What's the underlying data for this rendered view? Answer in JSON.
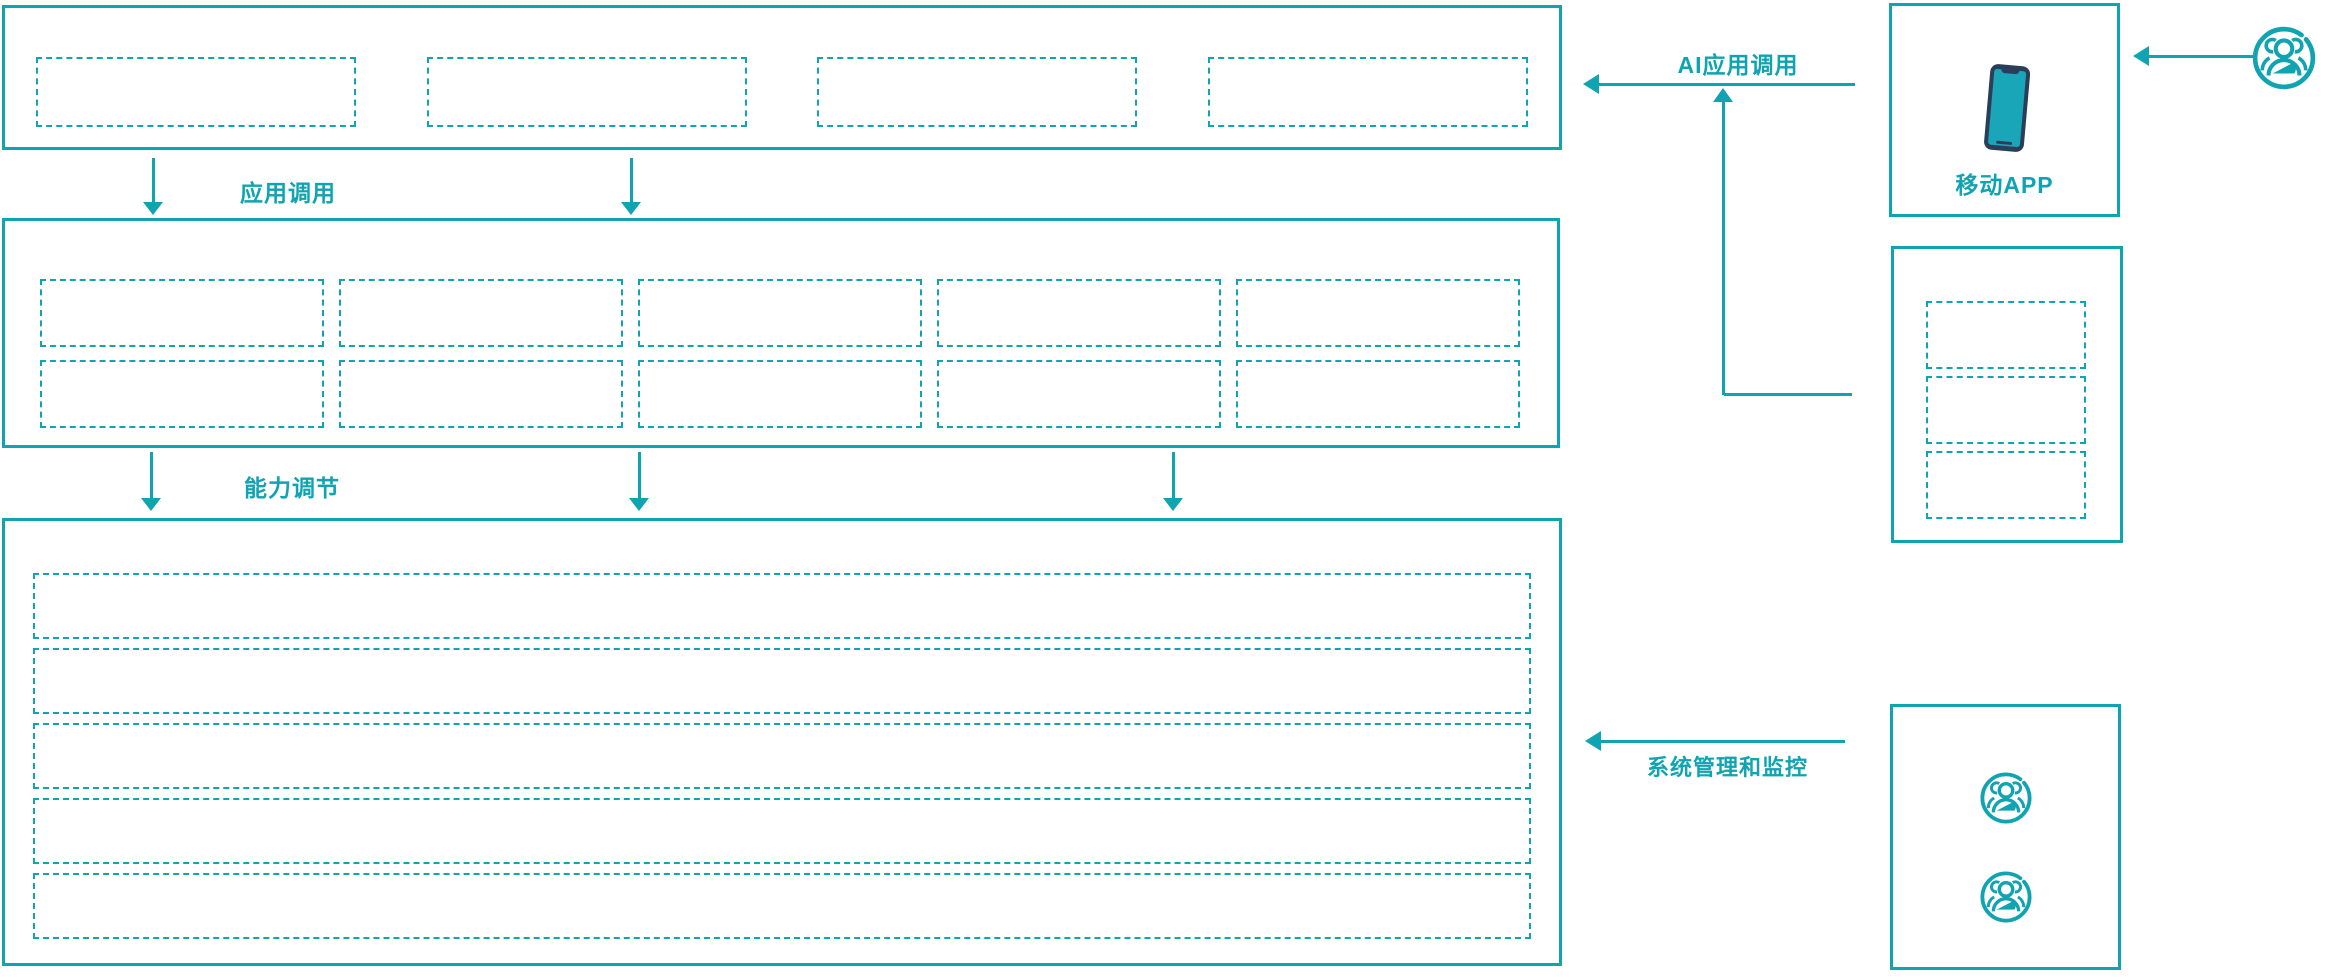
{
  "colors": {
    "teal": "#10A3B2",
    "phone_frame_navy": "#2B3E59",
    "phone_screen_teal": "#18A6B8",
    "background": "#FFFFFF"
  },
  "arrows": {
    "app_call_label": "应用调用",
    "capability_label": "能力调节",
    "ai_app_call_label": "AI应用调用",
    "sys_monitor_label": "系统管理和监控"
  },
  "top_panel": {
    "placeholder_boxes": 4
  },
  "middle_panel": {
    "placeholder_rows": 2,
    "placeholder_cols": 5
  },
  "bottom_panel": {
    "placeholder_rows": 5
  },
  "mobile_app_box": {
    "label": "移动APP",
    "icon": "smartphone-icon"
  },
  "apps_box": {
    "placeholder_boxes": 3
  },
  "admin_box": {
    "icons": [
      "users-icon",
      "users-icon"
    ]
  },
  "external_user": {
    "icon": "users-icon"
  }
}
